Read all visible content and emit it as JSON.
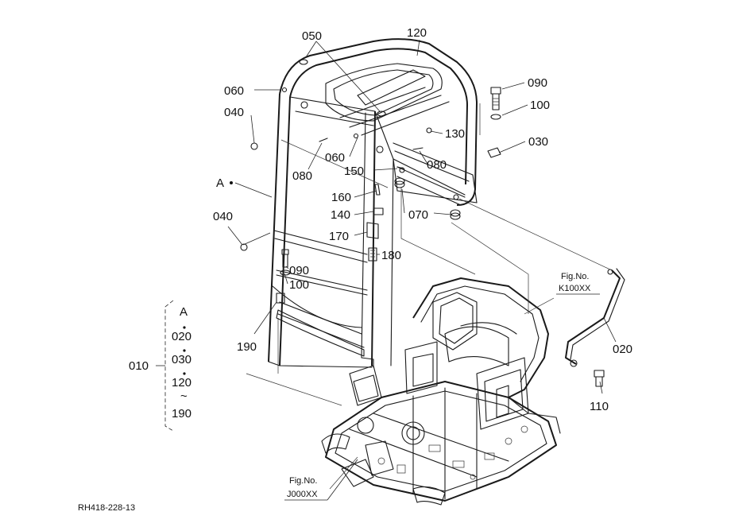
{
  "labels": {
    "l050": "050",
    "l120": "120",
    "l060a": "060",
    "l090a": "090",
    "l040a": "040",
    "l100a": "100",
    "l130": "130",
    "l030": "030",
    "l060b": "060",
    "l080a": "080",
    "l080b": "080",
    "l150": "150",
    "lA": "A",
    "l160": "160",
    "l140": "140",
    "l070": "070",
    "l040b": "040",
    "l170": "170",
    "l180": "180",
    "l090b": "090",
    "l100b": "100",
    "l190": "190",
    "l020": "020",
    "l110": "110"
  },
  "figrefs": {
    "k_title": "Fig.No.",
    "k_code": "K100XX",
    "j_title": "Fig.No.",
    "j_code": "J000XX"
  },
  "assembly": {
    "number": "010",
    "items": [
      "A",
      "020",
      "030",
      "120",
      "190"
    ],
    "range_symbol": "~"
  },
  "drawing_code": "RH418-228-13"
}
